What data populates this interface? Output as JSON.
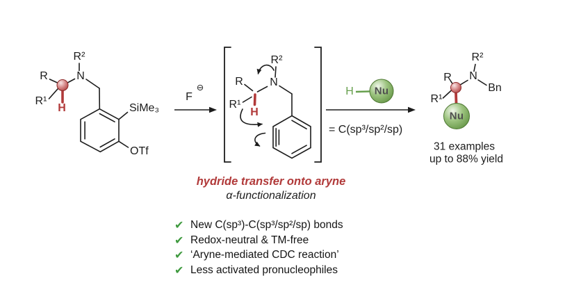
{
  "scheme": {
    "substrate": {
      "r": "R",
      "r1": "R¹",
      "r2": "R²",
      "n": "N",
      "h": "H",
      "sime3": "SiMe₃",
      "otf": "OTf"
    },
    "arrow1": {
      "reagent": "F",
      "charge": "⊖"
    },
    "intermediate": {
      "r": "R",
      "r1": "R¹",
      "r2": "R²",
      "n": "N",
      "h": "H"
    },
    "arrow2": {
      "h": "H",
      "nu": "Nu",
      "equiv": "= C(sp³/sp²/sp)"
    },
    "product": {
      "r": "R",
      "r1": "R¹",
      "r2": "R²",
      "n": "N",
      "bn": "Bn",
      "nu": "Nu",
      "examples": "31 examples",
      "yield": "up to 88% yield"
    },
    "caption": {
      "title": "hydride transfer onto aryne",
      "subtitle": "α-functionalization"
    }
  },
  "checklist": {
    "check": "✔",
    "items": [
      "New C(sp³)-C(sp³/sp²/sp) bonds",
      "Redox-neutral & TM-free",
      "‘Aryne-mediated CDC reaction’",
      "Less activated pronucleophiles"
    ]
  },
  "colors": {
    "highlight_red": "#b13a3a",
    "nucleophile_green": "#67a04e",
    "check_green": "#3f9a3f",
    "bond_black": "#1c1c1c"
  }
}
